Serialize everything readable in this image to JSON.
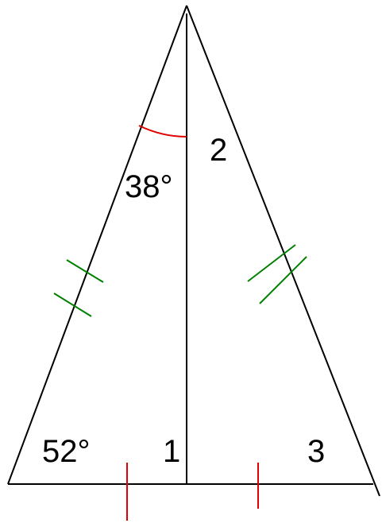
{
  "labels": {
    "apex_angle": "38°",
    "apex_right_angle": "2",
    "base_left_angle": "52°",
    "base_center_angle": "1",
    "base_right_angle": "3"
  },
  "colors": {
    "lines": "#000000",
    "angle_arc": "#e00000",
    "side_ticks": "#008000",
    "base_ticks": "#e00000"
  }
}
